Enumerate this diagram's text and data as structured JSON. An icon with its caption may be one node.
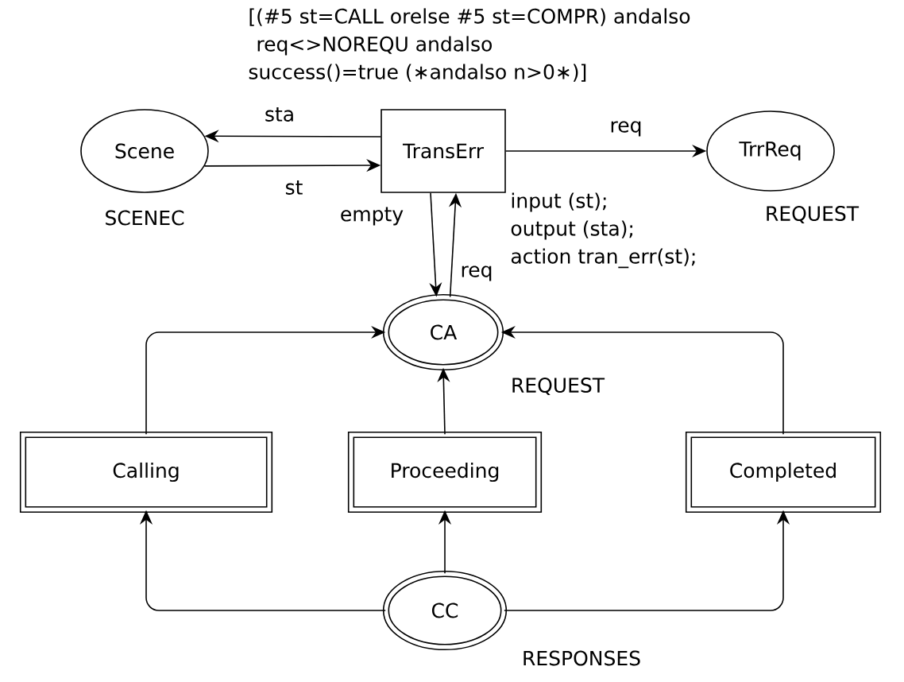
{
  "diagram": {
    "nodes": [
      {
        "text": [
          "TransErr"
        ],
        "beside": [
          "[(#5 st=CALL orelse #5 st=COMPR) andalso req<>NOREQU andalso success()=true (∗andalso n>0∗)]",
          "input (st); output (sta); action tran_err(st);"
        ]
      },
      {
        "text": [
          "Scene"
        ],
        "beside": [
          "SCENEC"
        ]
      },
      {
        "text": [
          "TrrReq"
        ],
        "beside": [
          "REQUEST"
        ]
      },
      {
        "text": [
          "CA"
        ],
        "beside": [
          "REQUEST"
        ]
      },
      {
        "text": [
          "Calling"
        ]
      },
      {
        "text": [
          "Proceeding"
        ]
      },
      {
        "text": [
          "Completed"
        ]
      },
      {
        "text": [
          "CC"
        ],
        "beside": [
          "RESPONSES"
        ]
      }
    ],
    "edges": [
      {
        "from": 0,
        "to": 1,
        "arrow": "to",
        "label": "sta"
      },
      {
        "from": 1,
        "to": 0,
        "arrow": "to",
        "label": "st"
      },
      {
        "from": 0,
        "to": 2,
        "arrow": "to",
        "label": "req"
      },
      {
        "from": 0,
        "to": 3,
        "arrow": "to",
        "label": "empty"
      },
      {
        "from": 3,
        "to": 0,
        "arrow": "to",
        "label": "req"
      },
      {
        "from": 4,
        "to": 3,
        "arrow": "to"
      },
      {
        "from": 5,
        "to": 3,
        "arrow": "to"
      },
      {
        "from": 6,
        "to": 3,
        "arrow": "to"
      },
      {
        "from": 7,
        "to": 4,
        "arrow": "to"
      },
      {
        "from": 7,
        "to": 5,
        "arrow": "to"
      },
      {
        "from": 7,
        "to": 6,
        "arrow": "to"
      }
    ]
  }
}
